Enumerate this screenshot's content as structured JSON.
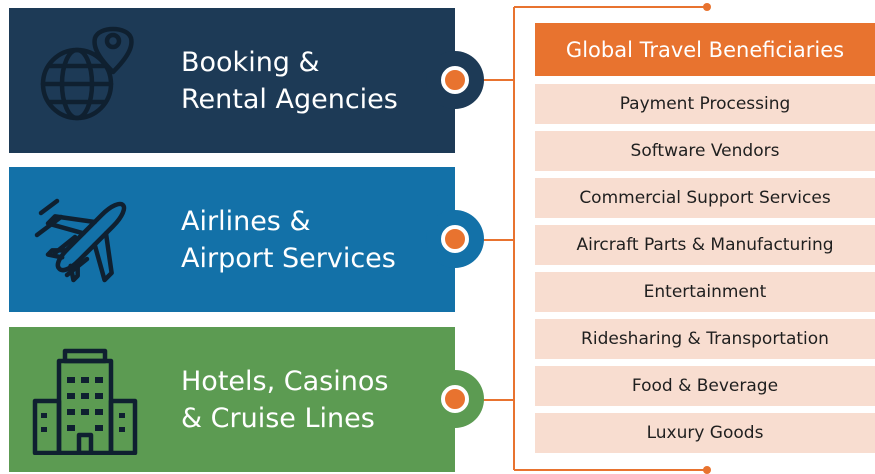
{
  "colors": {
    "booking_bg": "#1d3a56",
    "airlines_bg": "#1371a8",
    "hotels_bg": "#5c9b52",
    "accent_orange": "#e8732f",
    "list_item_bg": "#f8ddd0",
    "icon_stroke": "#0f2030"
  },
  "categories": [
    {
      "line1": "Booking &",
      "line2": "Rental Agencies",
      "icon": "globe-location-pin-icon"
    },
    {
      "line1": "Airlines &",
      "line2": "Airport Services",
      "icon": "airplane-icon"
    },
    {
      "line1": "Hotels, Casinos",
      "line2": "& Cruise Lines",
      "icon": "hotel-building-icon"
    }
  ],
  "beneficiaries": {
    "title": "Global Travel Beneficiaries",
    "items": [
      "Payment Processing",
      "Software Vendors",
      "Commercial Support Services",
      "Aircraft Parts & Manufacturing",
      "Entertainment",
      "Ridesharing & Transportation",
      "Food & Beverage",
      "Luxury Goods"
    ]
  }
}
